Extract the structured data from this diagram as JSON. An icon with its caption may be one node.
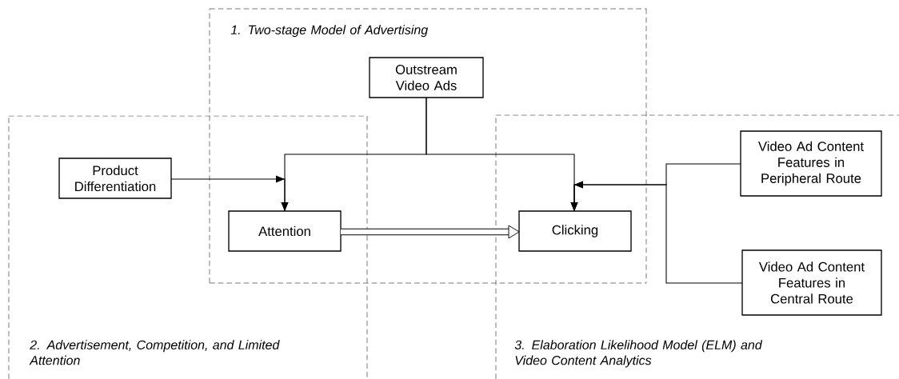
{
  "diagram": {
    "nodes": [
      {
        "text": [
          "1. Two-stage Model of Advertising"
        ]
      },
      {
        "text": [
          "2. Advertisement, Competition, and Limited Attention"
        ]
      },
      {
        "text": [
          "3. Elaboration Likelihood Model (ELM) and Video Content Analytics"
        ]
      },
      {
        "text": [
          "Outstream Video Ads"
        ],
        "in": 0
      },
      {
        "text": [
          "Product Differentiation"
        ],
        "in": 1
      },
      {
        "text": [
          "Attention"
        ]
      },
      {
        "text": [
          "Clicking"
        ]
      },
      {
        "text": [
          "Video Ad Content Features in Peripheral Route"
        ],
        "in": 2
      },
      {
        "text": [
          "Video Ad Content Features in Central Route"
        ],
        "in": 2
      }
    ],
    "edges": [
      {
        "from": 3,
        "to": 5,
        "arrow": "to"
      },
      {
        "from": 3,
        "to": 6,
        "arrow": "to"
      },
      {
        "from": 4,
        "to": 5,
        "arrow": "to"
      },
      {
        "from": 5,
        "to": 6,
        "arrow": "to",
        "style": "thick"
      },
      {
        "from": 7,
        "to": 6,
        "arrow": "to"
      },
      {
        "from": 8,
        "to": 6,
        "arrow": "to"
      }
    ]
  }
}
